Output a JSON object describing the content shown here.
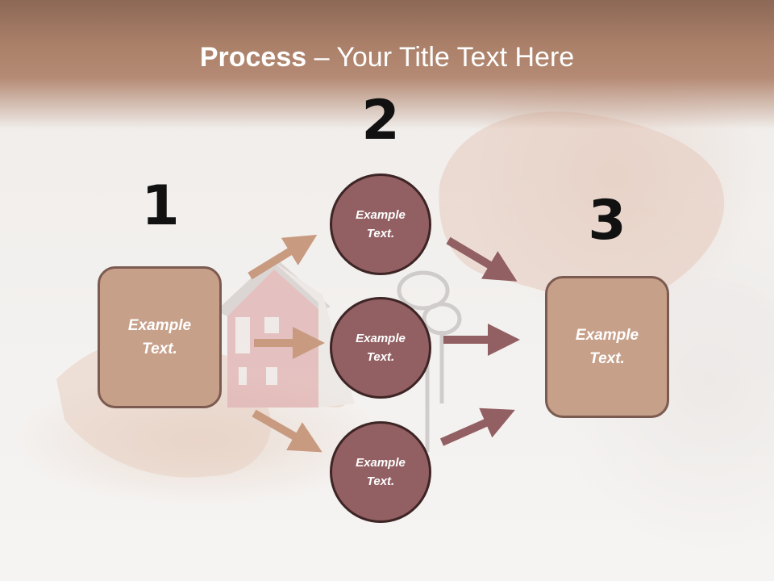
{
  "title": {
    "bold": "Process",
    "dash": " – ",
    "rest": "Your Title Text Here"
  },
  "steps": {
    "one": "1",
    "two": "2",
    "three": "3"
  },
  "left_box": {
    "text": "Example Text."
  },
  "right_box": {
    "text": "Example Text."
  },
  "circles": [
    {
      "text": "Example Text."
    },
    {
      "text": "Example Text."
    },
    {
      "text": "Example Text."
    }
  ],
  "colors": {
    "title_band": "#b58a74",
    "box_fill": "#c7a08a",
    "box_border": "#7b5b50",
    "circle_fill": "#925f62",
    "circle_border": "#3e2525",
    "arrow_left": "#c89a80",
    "arrow_right": "#925f62"
  }
}
